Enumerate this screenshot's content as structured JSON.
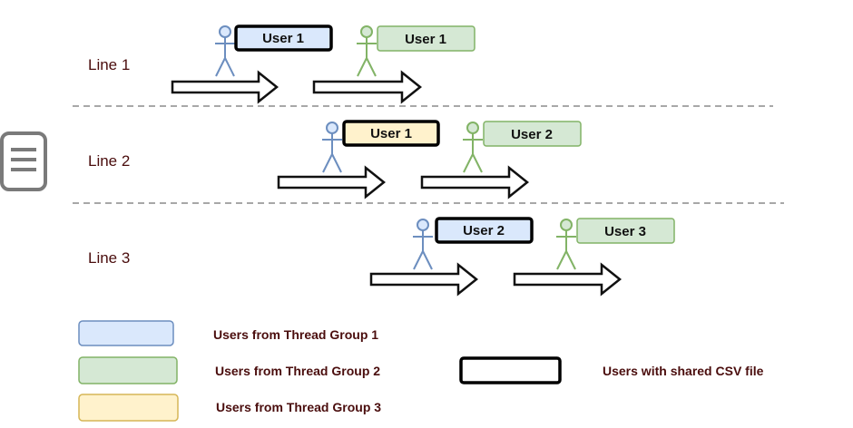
{
  "lines": [
    {
      "label": "Line 1",
      "users": [
        {
          "label": "User 1",
          "group": 1,
          "shared": true
        },
        {
          "label": "User 1",
          "group": 2,
          "shared": false
        }
      ]
    },
    {
      "label": "Line 2",
      "users": [
        {
          "label": "User 1",
          "group": 3,
          "shared": true
        },
        {
          "label": "User 2",
          "group": 2,
          "shared": false
        }
      ]
    },
    {
      "label": "Line 3",
      "users": [
        {
          "label": "User 2",
          "group": 1,
          "shared": true
        },
        {
          "label": "User 3",
          "group": 2,
          "shared": false
        }
      ]
    }
  ],
  "legend": {
    "group1": "Users from Thread Group 1",
    "group2": "Users from Thread Group 2",
    "group3": "Users from Thread Group 3",
    "shared": "Users with shared CSV file"
  },
  "colors": {
    "group1_fill": "#dae8fc",
    "group1_stroke": "#6c8ebf",
    "group2_fill": "#d5e8d4",
    "group2_stroke": "#82b366",
    "group3_fill": "#fff2cc",
    "group3_stroke": "#d6b656"
  },
  "icons": {
    "file": "document-icon"
  }
}
